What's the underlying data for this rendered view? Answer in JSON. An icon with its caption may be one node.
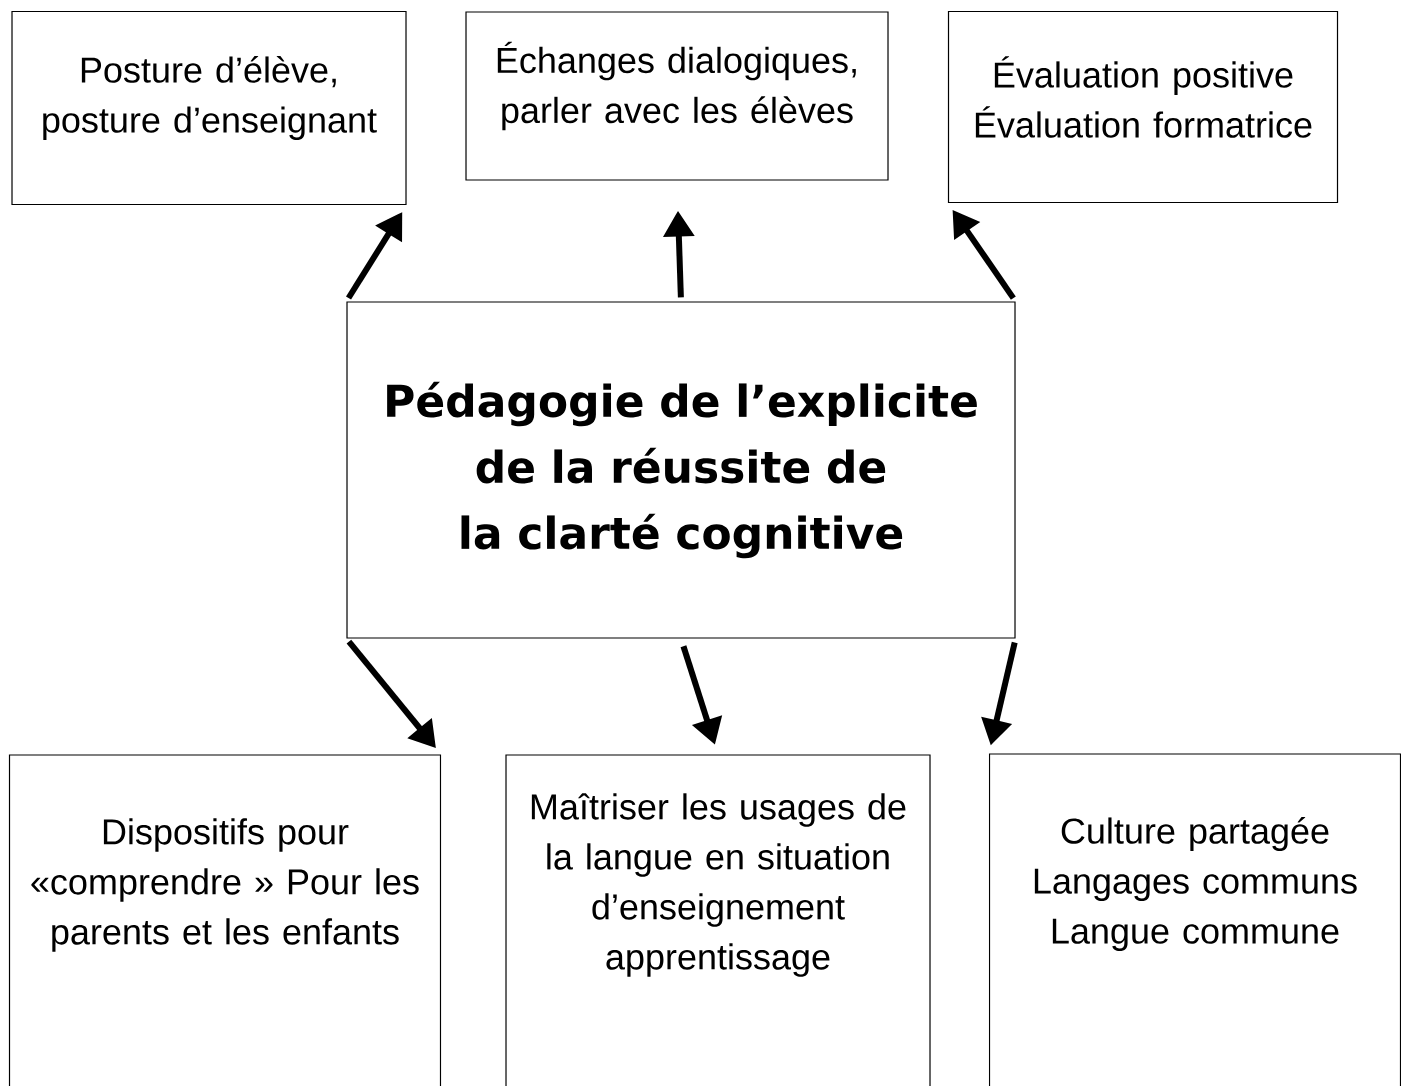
{
  "diagram": {
    "nodes": [
      {
        "text": [
          "Pédagogie de l’explicite de la réussite de la clarté cognitive"
        ]
      },
      {
        "text": [
          "Posture d’élève, posture d’enseignant"
        ]
      },
      {
        "text": [
          "Échanges dialogiques, parler avec les élèves"
        ]
      },
      {
        "text": [
          "Évaluation positive Évaluation formatrice"
        ]
      },
      {
        "text": [
          "Dispositifs pour «comprendre » Pour les parents et les enfants"
        ]
      },
      {
        "text": [
          "Maîtriser les usages de la langue en situation d’enseignement apprentissage"
        ]
      },
      {
        "text": [
          "Culture partagée Langages communs Langue commune"
        ]
      }
    ],
    "edges": [
      {
        "from": 0,
        "to": 1,
        "arrow": "to"
      },
      {
        "from": 0,
        "to": 2,
        "arrow": "to"
      },
      {
        "from": 0,
        "to": 3,
        "arrow": "to"
      },
      {
        "from": 0,
        "to": 4,
        "arrow": "to"
      },
      {
        "from": 0,
        "to": 5,
        "arrow": "to"
      },
      {
        "from": 0,
        "to": 6,
        "arrow": "to"
      }
    ]
  }
}
